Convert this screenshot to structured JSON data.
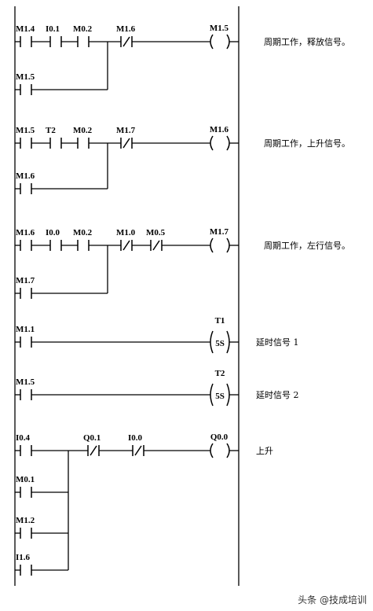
{
  "rungs": [
    {
      "id": "r1",
      "contacts": [
        {
          "label": "M1.4",
          "type": "NO"
        },
        {
          "label": "I0.1",
          "type": "NO"
        },
        {
          "label": "M0.2",
          "type": "NO"
        },
        {
          "label": "M1.6",
          "type": "NC"
        }
      ],
      "branches": [
        {
          "label": "M1.5",
          "type": "NO"
        }
      ],
      "coil": {
        "label": "M1.5",
        "type": "coil"
      },
      "comment": "周期工作，释放信号。"
    },
    {
      "id": "r2",
      "contacts": [
        {
          "label": "M1.5",
          "type": "NO"
        },
        {
          "label": "T2",
          "type": "NO"
        },
        {
          "label": "M0.2",
          "type": "NO"
        },
        {
          "label": "M1.7",
          "type": "NC"
        }
      ],
      "branches": [
        {
          "label": "M1.6",
          "type": "NO"
        }
      ],
      "coil": {
        "label": "M1.6",
        "type": "coil"
      },
      "comment": "周期工作，上升信号。"
    },
    {
      "id": "r3",
      "contacts": [
        {
          "label": "M1.6",
          "type": "NO"
        },
        {
          "label": "I0.0",
          "type": "NO"
        },
        {
          "label": "M0.2",
          "type": "NO"
        },
        {
          "label": "M1.0",
          "type": "NC"
        },
        {
          "label": "M0.5",
          "type": "NC"
        }
      ],
      "branches": [
        {
          "label": "M1.7",
          "type": "NO"
        }
      ],
      "coil": {
        "label": "M1.7",
        "type": "coil"
      },
      "comment": "周期工作，左行信号。"
    },
    {
      "id": "r4",
      "contacts": [
        {
          "label": "M1.1",
          "type": "NO"
        }
      ],
      "branches": [],
      "coil": {
        "label": "T1",
        "type": "timer",
        "preset": "5S"
      },
      "comment": "延时信号 1"
    },
    {
      "id": "r5",
      "contacts": [
        {
          "label": "M1.5",
          "type": "NO"
        }
      ],
      "branches": [],
      "coil": {
        "label": "T2",
        "type": "timer",
        "preset": "5S"
      },
      "comment": "延时信号 2"
    },
    {
      "id": "r6",
      "contacts": [
        {
          "label": "I0.4",
          "type": "NO"
        },
        {
          "label": "Q0.1",
          "type": "NC"
        },
        {
          "label": "I0.0",
          "type": "NC"
        }
      ],
      "branches": [
        {
          "label": "M0.1",
          "type": "NO"
        },
        {
          "label": "M1.2",
          "type": "NO"
        },
        {
          "label": "I1.6",
          "type": "NO"
        }
      ],
      "coil": {
        "label": "Q0.0",
        "type": "coil"
      },
      "comment": "上升"
    }
  ],
  "watermark": "头条 @技成培训"
}
